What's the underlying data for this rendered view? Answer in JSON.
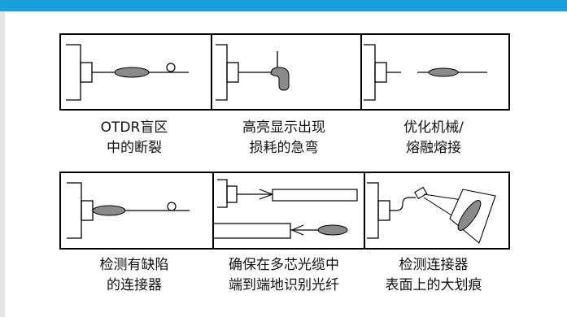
{
  "captions": [
    {
      "line1": "OTDR盲区",
      "line2": "中的断裂"
    },
    {
      "line1": "高亮显示出现",
      "line2": "损耗的急弯"
    },
    {
      "line1": "优化机械/",
      "line2": "熔融熔接"
    },
    {
      "line1": "检测有缺陷",
      "line2": "的连接器"
    },
    {
      "line1": "确保在多芯光缆中",
      "line2": "端到端地识别光纤"
    },
    {
      "line1": "检测连接器",
      "line2": "表面上的大划痕"
    }
  ],
  "colors": {
    "accent_bar": "#1aa0db",
    "fiber_ellipse": "#8a8a8a",
    "scope_fill": "#9a9a9a"
  }
}
